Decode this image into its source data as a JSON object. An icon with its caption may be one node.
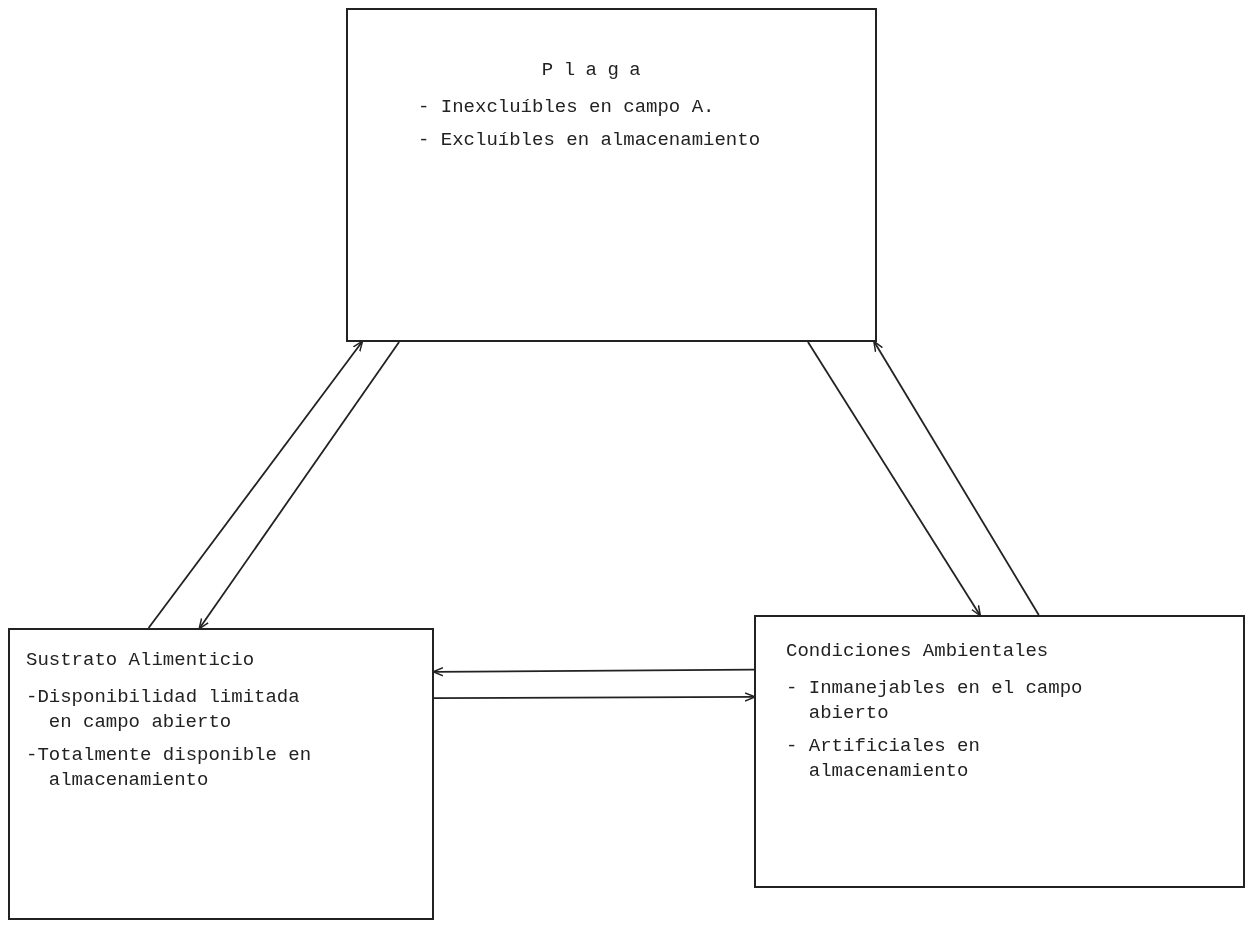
{
  "diagram": {
    "nodes": [
      {
        "text": [
          "Plaga",
          "- Inexcluíbles en campo A.",
          "- Excluíbles en almacenamiento"
        ]
      },
      {
        "text": [
          "Sustrato Alimenticio",
          "-Disponibilidad limitada en campo abierto",
          "-Totalmente disponible en almacenamiento"
        ]
      },
      {
        "text": [
          "Condiciones Ambientales",
          "- Inmanejables en el campo abierto",
          "- Artificiales en almacenamiento"
        ]
      }
    ],
    "edges": [
      {
        "from": 1,
        "to": 0,
        "arrow": "to"
      },
      {
        "from": 0,
        "to": 1,
        "arrow": "to"
      },
      {
        "from": 0,
        "to": 2,
        "arrow": "to"
      },
      {
        "from": 2,
        "to": 0,
        "arrow": "to"
      },
      {
        "from": 2,
        "to": 1,
        "arrow": "to"
      },
      {
        "from": 1,
        "to": 2,
        "arrow": "to"
      }
    ]
  }
}
